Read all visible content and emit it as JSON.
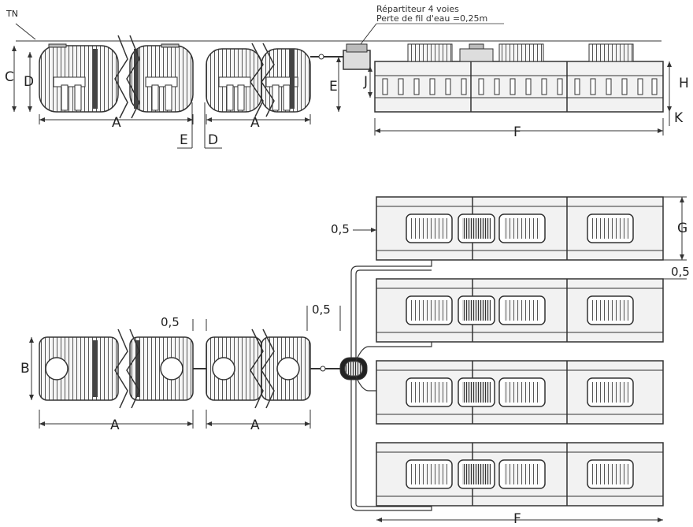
{
  "title_note": {
    "line1": "Répartiteur 4 voies",
    "line2": "Perte de fil d'eau =0,25m"
  },
  "labels": {
    "tn": "TN",
    "A": "A",
    "B": "B",
    "C": "C",
    "D": "D",
    "E": "E",
    "F": "F",
    "G": "G",
    "H": "H",
    "J": "J",
    "K": "K",
    "gap": "0,5"
  },
  "colors": {
    "line": "#333333",
    "fill": "#f4f4f4",
    "dark": "#555555"
  }
}
